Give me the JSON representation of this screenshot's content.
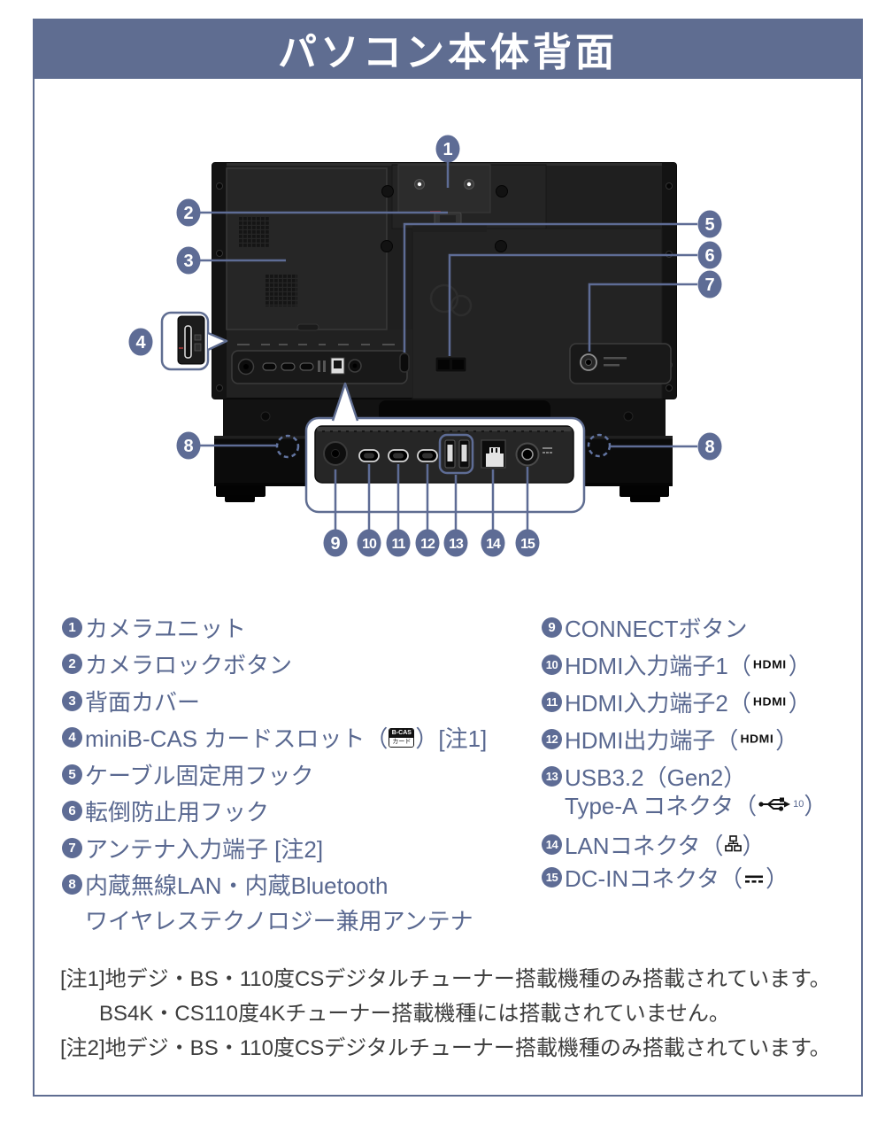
{
  "page": {
    "title": "パソコン本体背面"
  },
  "colors": {
    "accent": "#5f6d91",
    "badge": "#5e6c95",
    "legend_text": "#596890",
    "note_text": "#3d3d3d",
    "device_body": "#1f1f1f"
  },
  "diagram": {
    "callouts": [
      {
        "num": "1"
      },
      {
        "num": "2"
      },
      {
        "num": "3"
      },
      {
        "num": "4"
      },
      {
        "num": "5"
      },
      {
        "num": "6"
      },
      {
        "num": "7"
      },
      {
        "num": "8"
      },
      {
        "num": "8"
      },
      {
        "num": "9"
      },
      {
        "num": "10"
      },
      {
        "num": "11"
      },
      {
        "num": "12"
      },
      {
        "num": "13"
      },
      {
        "num": "14"
      },
      {
        "num": "15"
      }
    ]
  },
  "icons": {
    "bcas_top": "B-CAS",
    "bcas_bottom": "カード",
    "hdmi_text": "HDMI",
    "usb_sup": "10"
  },
  "legend": {
    "left": [
      {
        "num": "1",
        "label": "カメラユニット"
      },
      {
        "num": "2",
        "label": "カメラロックボタン"
      },
      {
        "num": "3",
        "label": "背面カバー"
      },
      {
        "num": "4",
        "label": "miniB-CAS カードスロット（",
        "suffix": "）[注1]"
      },
      {
        "num": "5",
        "label": "ケーブル固定用フック"
      },
      {
        "num": "6",
        "label": "転倒防止用フック"
      },
      {
        "num": "7",
        "label": "アンテナ入力端子 [注2]"
      },
      {
        "num": "8",
        "label": "内蔵無線LAN・内蔵Bluetooth",
        "label2": "ワイヤレステクノロジー兼用アンテナ"
      }
    ],
    "right": [
      {
        "num": "9",
        "label": "CONNECTボタン"
      },
      {
        "num": "10",
        "label": "HDMI入力端子1（",
        "suffix": "）"
      },
      {
        "num": "11",
        "label": "HDMI入力端子2（",
        "suffix": "）"
      },
      {
        "num": "12",
        "label": "HDMI出力端子（",
        "suffix": "）"
      },
      {
        "num": "13",
        "label": "USB3.2（Gen2）",
        "label2": "Type-A コネクタ（",
        "suffix": "）"
      },
      {
        "num": "14",
        "label": "LANコネクタ（",
        "suffix": "）"
      },
      {
        "num": "15",
        "label": "DC-INコネクタ（",
        "suffix": "）"
      }
    ]
  },
  "notes": {
    "line1": "[注1]地デジ・BS・110度CSデジタルチューナー搭載機種のみ搭載されています。",
    "line2": "BS4K・CS110度4Kチューナー搭載機種には搭載されていません。",
    "line3": "[注2]地デジ・BS・110度CSデジタルチューナー搭載機種のみ搭載されています。"
  }
}
